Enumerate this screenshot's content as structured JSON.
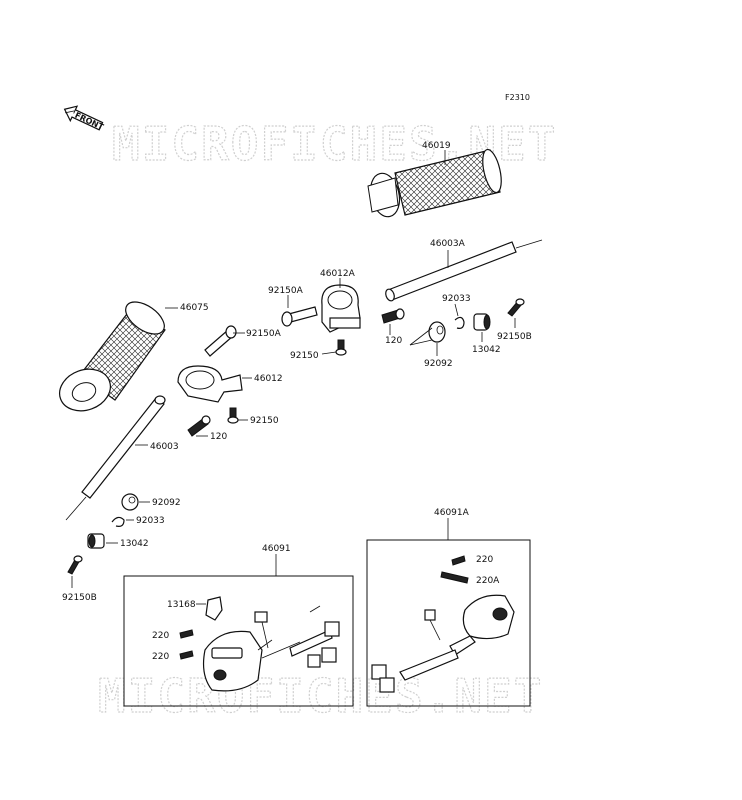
{
  "figure_code": "F2310",
  "front_label": "FRONT",
  "watermark": "MICROFICHES.NET",
  "parts": {
    "p46019": "46019",
    "p46003A": "46003A",
    "p46075": "46075",
    "p46012A": "46012A",
    "p92150A_top": "92150A",
    "p92150A_mid": "92150A",
    "p92150_top": "92150",
    "p120_top": "120",
    "p92033_top": "92033",
    "p92092_top": "92092",
    "p13042_top": "13042",
    "p92150B_top": "92150B",
    "p46012": "46012",
    "p92150_mid": "92150",
    "p120_mid": "120",
    "p46003": "46003",
    "p92092_bot": "92092",
    "p92033_bot": "92033",
    "p13042_bot": "13042",
    "p92150B_bot": "92150B",
    "p46091": "46091",
    "p13168": "13168",
    "p220_a": "220",
    "p220_b": "220",
    "p46091A": "46091A",
    "p220_c": "220",
    "p220A": "220A"
  }
}
